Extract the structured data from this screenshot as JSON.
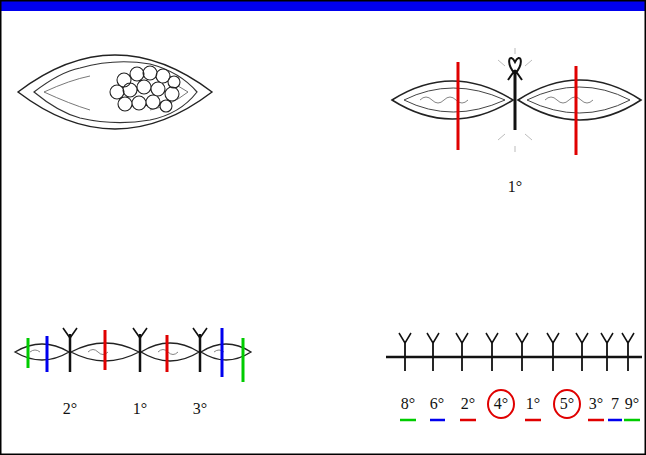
{
  "diagram": {
    "labels": [
      "1°",
      "2°",
      "1°",
      "3°",
      "8°",
      "6°",
      "2°",
      "4°",
      "1°",
      "5°",
      "3°",
      "7",
      "9°"
    ]
  }
}
